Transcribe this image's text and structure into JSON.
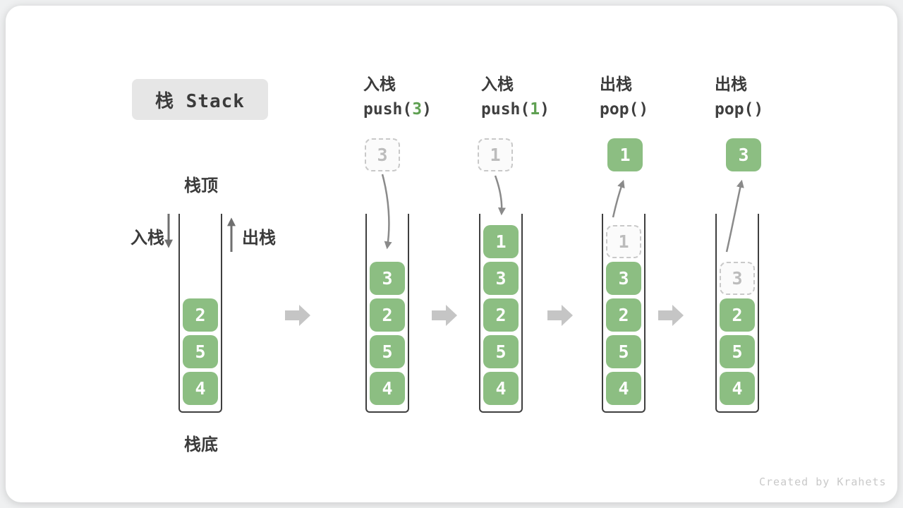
{
  "title": "栈 Stack",
  "labels": {
    "stack_top": "栈顶",
    "stack_bottom": "栈底",
    "push_side": "入栈",
    "pop_side": "出栈"
  },
  "ops": [
    {
      "name": "入栈",
      "code_pre": "push(",
      "code_num": "3",
      "code_post": ")"
    },
    {
      "name": "入栈",
      "code_pre": "push(",
      "code_num": "1",
      "code_post": ")"
    },
    {
      "name": "出栈",
      "code_pre": "pop(",
      "code_num": "",
      "code_post": ")"
    },
    {
      "name": "出栈",
      "code_pre": "pop(",
      "code_num": "",
      "code_post": ")"
    }
  ],
  "stages": [
    {
      "blocks": [
        "2",
        "5",
        "4"
      ]
    },
    {
      "floating": "3",
      "blocks": [
        "3",
        "2",
        "5",
        "4"
      ]
    },
    {
      "floating": "1",
      "blocks": [
        "1",
        "3",
        "2",
        "5",
        "4"
      ]
    },
    {
      "floating": "1",
      "ghost": "1",
      "blocks": [
        "3",
        "2",
        "5",
        "4"
      ]
    },
    {
      "floating": "3",
      "ghost": "3",
      "blocks": [
        "2",
        "5",
        "4"
      ]
    }
  ],
  "watermark": "Created by Krahets",
  "colors": {
    "block_green": "#8cbe82",
    "code_number_green": "#5fa052",
    "stage_arrow_gray": "#c5c5c5",
    "motion_arrow_gray": "#8a8a8a",
    "text_dark": "#3b3b3b"
  }
}
